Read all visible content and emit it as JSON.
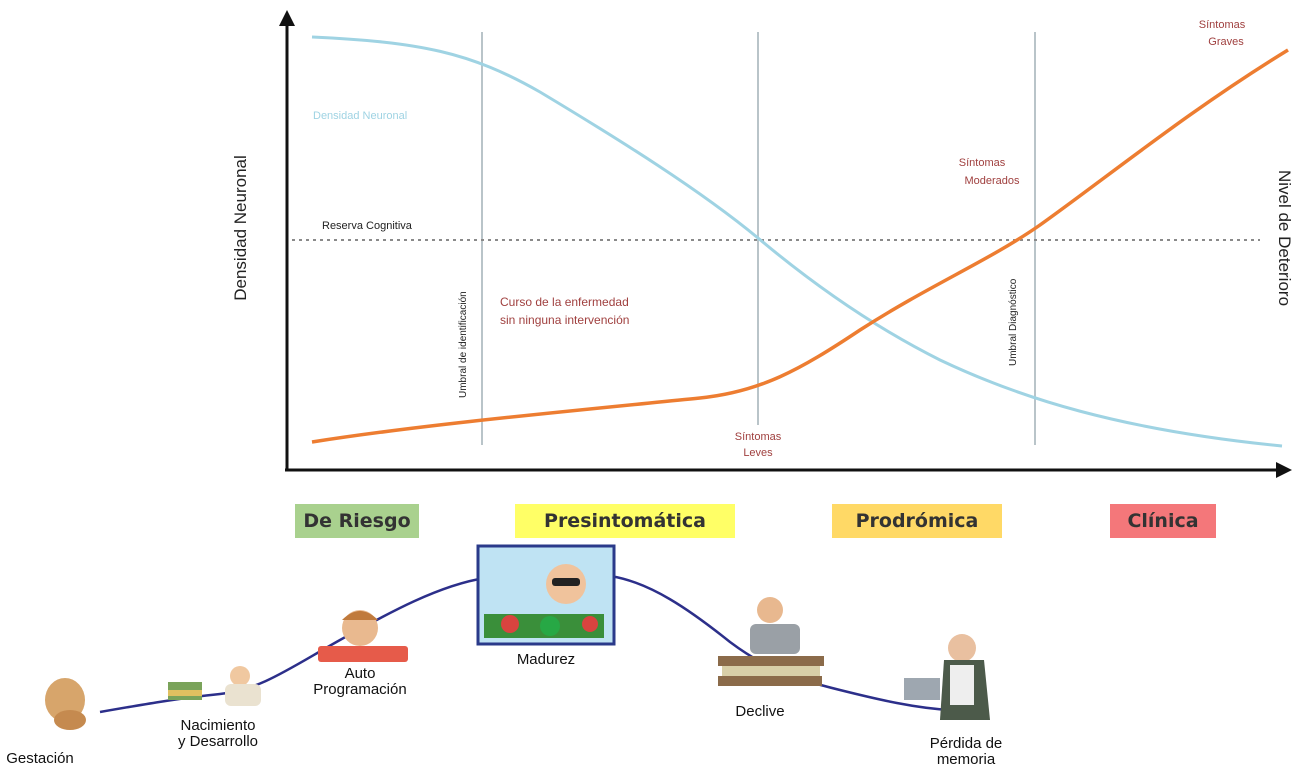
{
  "axes": {
    "y_left_title": "Densidad Neuronal",
    "y_right_title": "Nivel de Deterioro"
  },
  "annotations": {
    "neuronal_density": "Densidad Neuronal",
    "cognitive_reserve": "Reserva Cognitiva",
    "identification_threshold": "Umbral de identificación",
    "diagnostic_threshold": "Umbral Diagnóstico",
    "disease_course_line1": "Curso de la enfermedad",
    "disease_course_line2": "sin ninguna intervención",
    "mild_symptoms_line1": "Síntomas",
    "mild_symptoms_line2": "Leves",
    "moderate_symptoms_line1": "Síntomas",
    "moderate_symptoms_line2": "Moderados",
    "severe_symptoms_line1": "Síntomas",
    "severe_symptoms_line2": "Graves"
  },
  "phases": [
    {
      "label": "De Riesgo",
      "color": "#a9d18e"
    },
    {
      "label": "Presintomática",
      "color": "#ffff66"
    },
    {
      "label": "Prodrómica",
      "color": "#ffd966"
    },
    {
      "label": "Clínica",
      "color": "#f4777a"
    }
  ],
  "life_stages": {
    "gestation": "Gestación",
    "birth_line1": "Nacimiento",
    "birth_line2": "y Desarrollo",
    "auto_line1": "Auto",
    "auto_line2": "Programación",
    "maturity": "Madurez",
    "decline": "Declive",
    "memory_line1": "Pérdida de",
    "memory_line2": "memoria"
  },
  "colors": {
    "density_curve": "#9fd3e3",
    "deterioration_curve": "#ed7d31",
    "annotation_red": "#a0403f",
    "life_curve": "#2c2f8a"
  }
}
